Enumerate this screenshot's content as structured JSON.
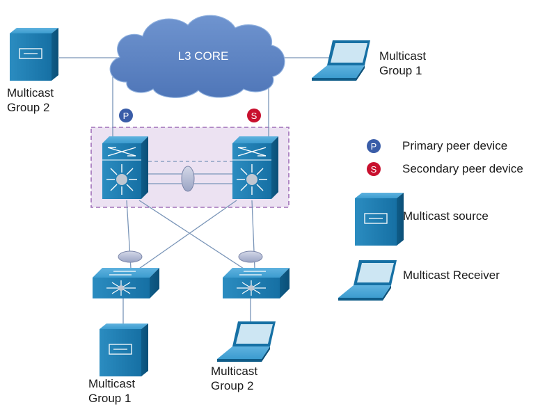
{
  "core": {
    "label": "L3 CORE"
  },
  "nodes": {
    "source_top_left": {
      "line1": "Multicast",
      "line2": "Group 2"
    },
    "receiver_top_right": {
      "line1": "Multicast",
      "line2": "Group 1"
    },
    "source_bottom_left": {
      "line1": "Multicast",
      "line2": "Group 1"
    },
    "receiver_bottom_right": {
      "line1": "Multicast",
      "line2": "Group 2"
    }
  },
  "badges": {
    "primary": "P",
    "secondary": "S"
  },
  "legend": {
    "primary": "Primary peer device",
    "secondary": "Secondary peer device",
    "source": "Multicast source",
    "receiver": "Multicast Receiver"
  },
  "colors": {
    "device_blue": "#1f7fb0",
    "device_blue_dark": "#0f5c88",
    "cloud": "#5b82c0",
    "primary_badge": "#3a5da8",
    "secondary_badge": "#c8102e",
    "vpc_domain_fill": "#e9dff0",
    "vpc_domain_border": "#a070b8",
    "link": "#7a95b8",
    "port_channel": "#b8c0d8"
  },
  "icons": {
    "server": "multicast-source-server-icon",
    "laptop": "multicast-receiver-laptop-icon",
    "core_switch": "nexus-switch-icon",
    "access_switch": "access-switch-icon"
  }
}
